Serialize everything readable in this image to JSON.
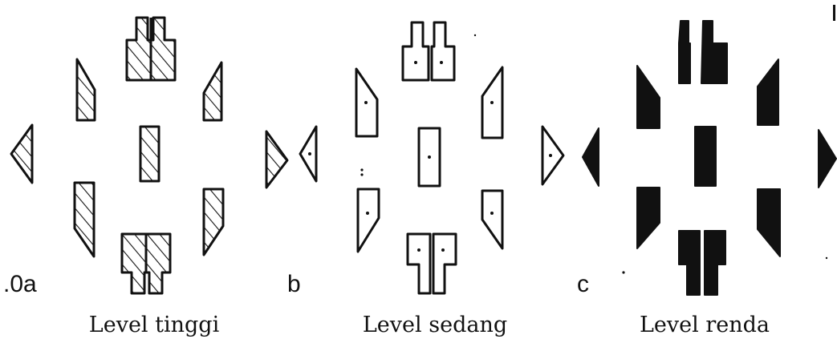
{
  "panels": [
    {
      "letter": ".0a",
      "caption": "Level tinggi",
      "style": "hatched"
    },
    {
      "letter": "b",
      "caption": "Level sedang",
      "style": "outline-dot"
    },
    {
      "letter": "c",
      "caption": "Level renda",
      "style": "solid"
    }
  ],
  "colors": {
    "ink": "#111111",
    "paper": "#ffffff"
  }
}
